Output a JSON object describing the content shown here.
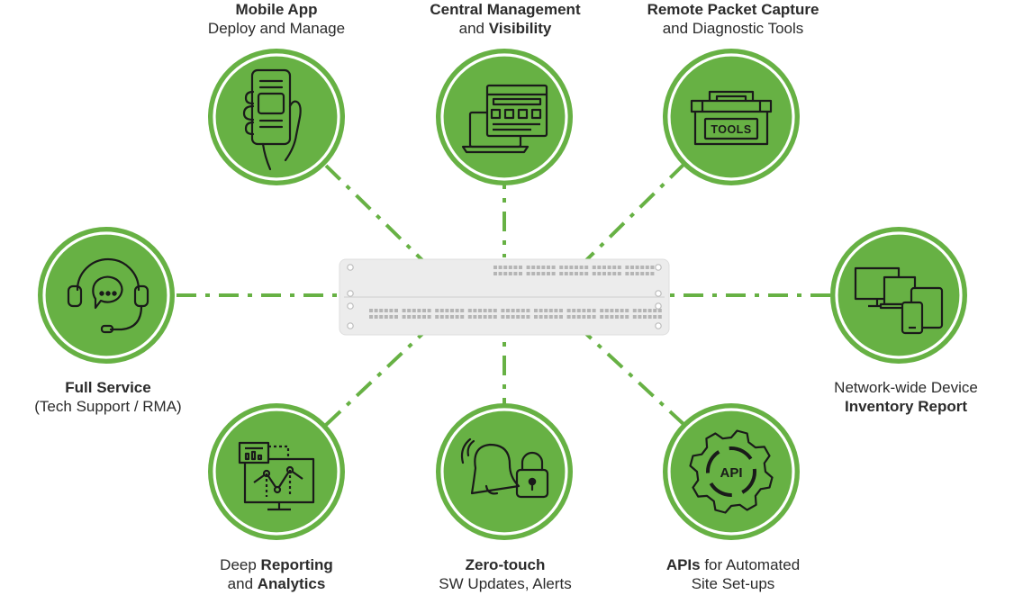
{
  "colors": {
    "green": "#67b144",
    "ring": "#ffffff",
    "icon": "#1a1a1a",
    "switch": "#ececec",
    "port": "#b5b5b5"
  },
  "hub": {
    "name": "network-switch"
  },
  "nodes": [
    {
      "id": "mobile-app",
      "icon": "mobile-phone-hand-icon",
      "line1": [
        {
          "t": "Mobile App",
          "b": true
        }
      ],
      "line2": [
        {
          "t": "Deploy and Manage",
          "b": false
        }
      ]
    },
    {
      "id": "central-management",
      "icon": "laptop-dashboard-icon",
      "line1": [
        {
          "t": "Central Management",
          "b": true
        }
      ],
      "line2": [
        {
          "t": "and ",
          "b": false
        },
        {
          "t": "Visibility",
          "b": true
        }
      ]
    },
    {
      "id": "remote-packet-capture",
      "icon": "toolbox-icon",
      "icon_text": "TOOLS",
      "line1": [
        {
          "t": "Remote Packet Capture",
          "b": true
        }
      ],
      "line2": [
        {
          "t": "and Diagnostic Tools",
          "b": false
        }
      ]
    },
    {
      "id": "full-service",
      "icon": "headset-chat-icon",
      "line1": [
        {
          "t": "Full Service",
          "b": true
        }
      ],
      "line2": [
        {
          "t": "(Tech Support / RMA)",
          "b": false
        }
      ]
    },
    {
      "id": "inventory-report",
      "icon": "devices-icon",
      "line1": [
        {
          "t": "Network-wide Device",
          "b": false
        }
      ],
      "line2": [
        {
          "t": "Inventory Report",
          "b": true
        }
      ]
    },
    {
      "id": "deep-reporting",
      "icon": "analytics-monitor-icon",
      "line1": [
        {
          "t": "Deep ",
          "b": false
        },
        {
          "t": "Reporting",
          "b": true
        }
      ],
      "line2": [
        {
          "t": "and ",
          "b": false
        },
        {
          "t": "Analytics",
          "b": true
        }
      ]
    },
    {
      "id": "zero-touch",
      "icon": "bell-lock-icon",
      "line1": [
        {
          "t": "Zero-touch",
          "b": true
        }
      ],
      "line2": [
        {
          "t": "SW Updates, Alerts",
          "b": false
        }
      ]
    },
    {
      "id": "apis",
      "icon": "api-gear-icon",
      "icon_text": "API",
      "line1": [
        {
          "t": "APIs",
          "b": true
        },
        {
          "t": " for Automated",
          "b": false
        }
      ],
      "line2": [
        {
          "t": "Site Set-ups",
          "b": false
        }
      ]
    }
  ]
}
